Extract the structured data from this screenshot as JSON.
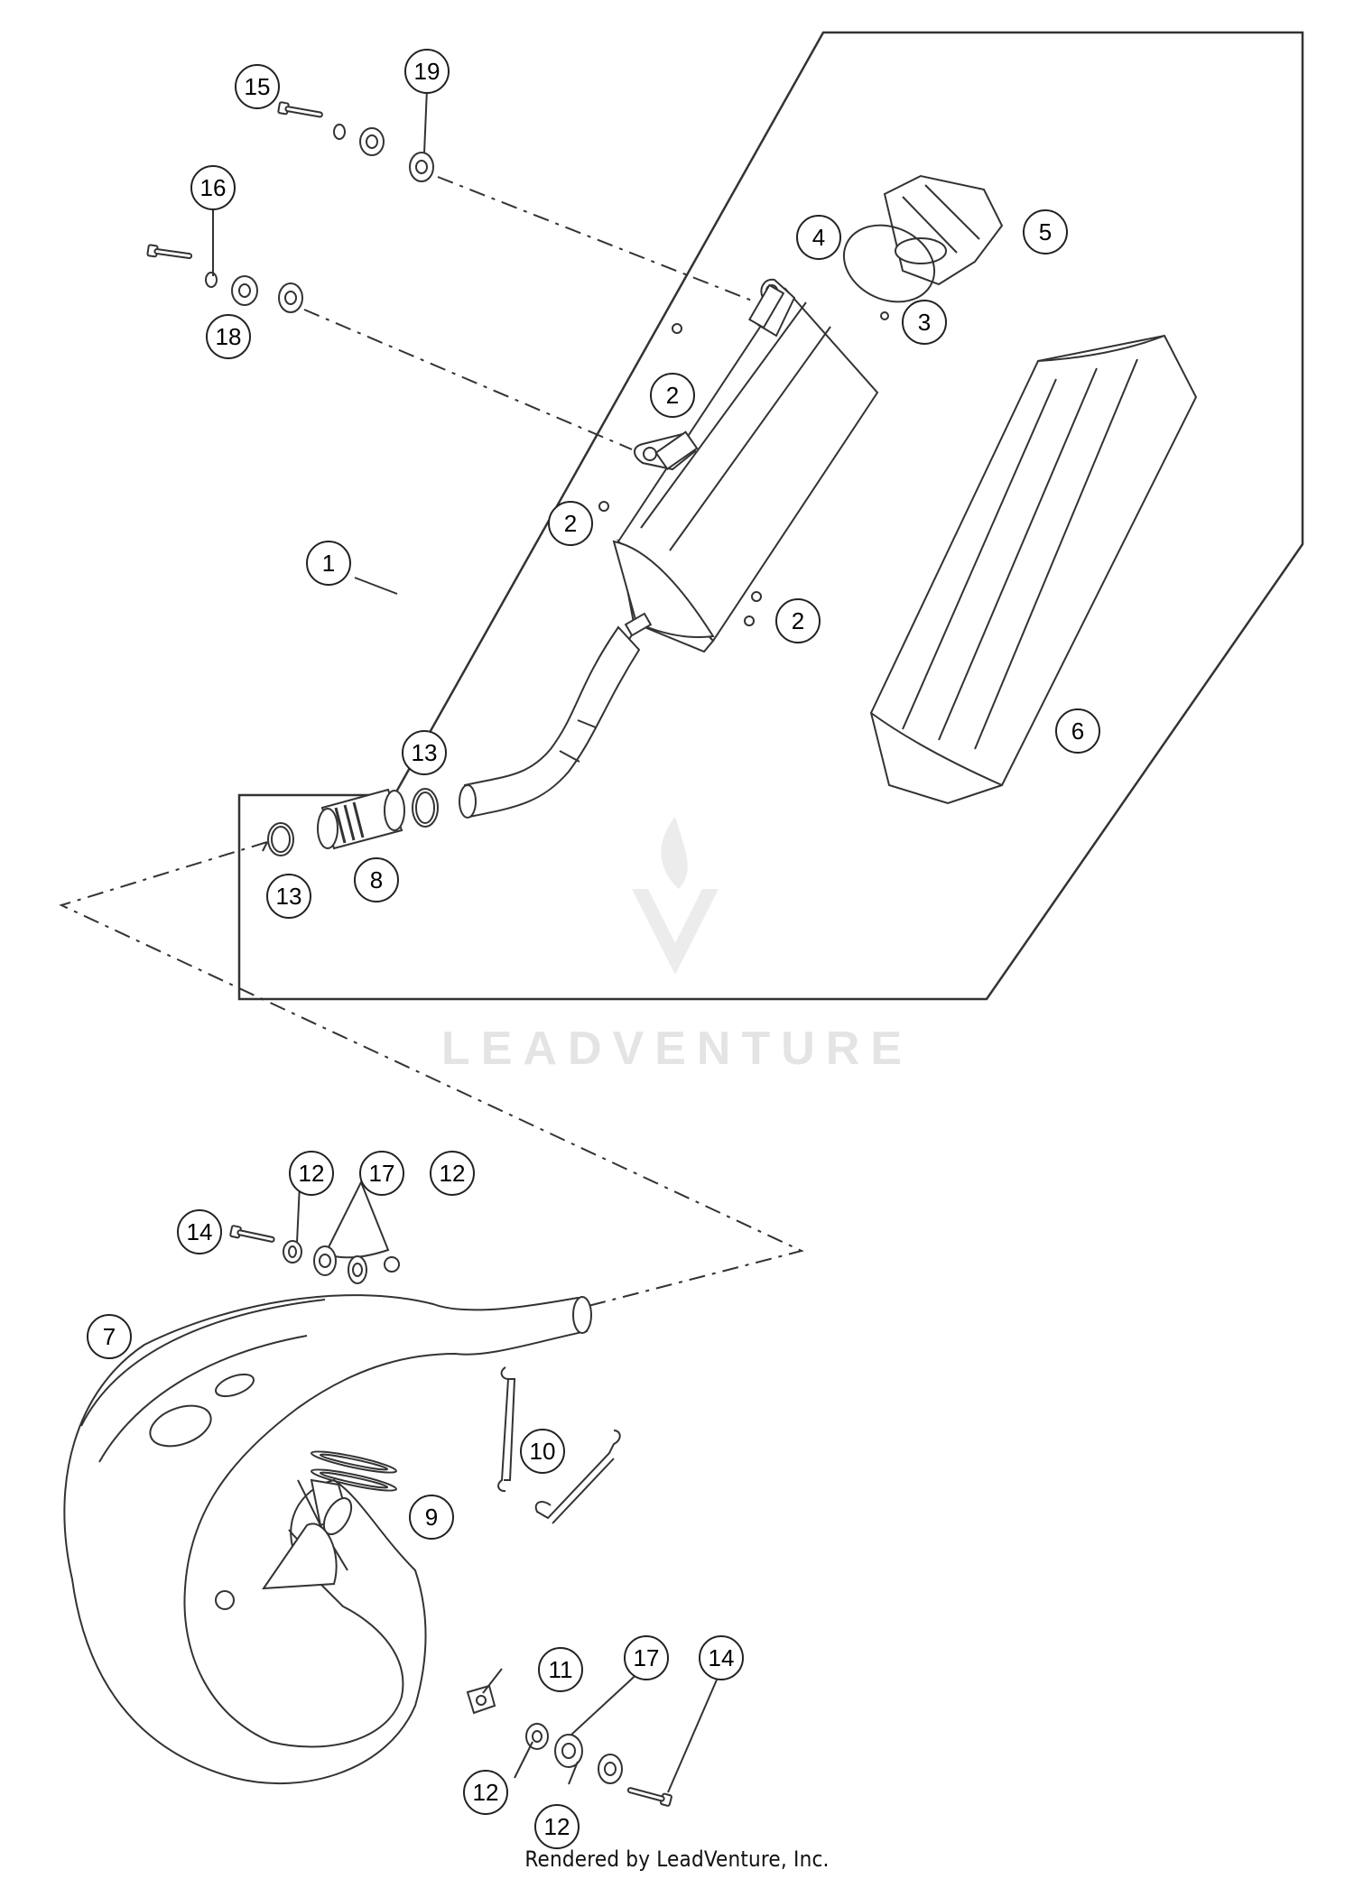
{
  "footer": "Rendered by LeadVenture, Inc.",
  "watermark": "LEADVENTURE",
  "callouts": [
    "1",
    "2",
    "2",
    "2",
    "3",
    "4",
    "5",
    "6",
    "7",
    "8",
    "9",
    "10",
    "11",
    "12",
    "12",
    "12",
    "12",
    "13",
    "13",
    "14",
    "14",
    "15",
    "16",
    "17",
    "17",
    "18",
    "19"
  ]
}
